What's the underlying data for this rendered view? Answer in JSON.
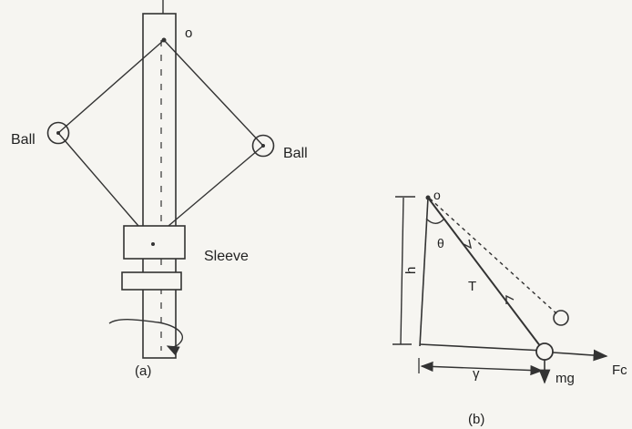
{
  "figure_a": {
    "caption": "(a)",
    "pivot_label": "o",
    "ball_left_label": "Ball",
    "ball_right_label": "Ball",
    "sleeve_label": "Sleeve"
  },
  "figure_b": {
    "caption": "(b)",
    "pivot_label": "o",
    "angle_label": "θ",
    "height_label": "h",
    "tension_label": "T",
    "radius_label": "γ",
    "weight_label": "mg",
    "force_label": "Fc"
  },
  "colors": {
    "ink": "#333333",
    "paper": "#f6f5f1"
  }
}
